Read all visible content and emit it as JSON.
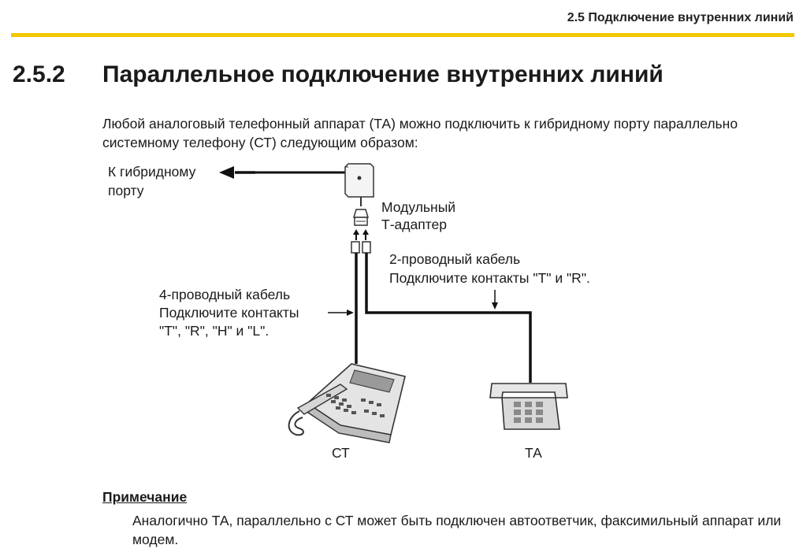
{
  "header": {
    "section_title": "2.5 Подключение внутренних линий"
  },
  "section": {
    "number": "2.5.2",
    "title": "Параллельное подключение внутренних линий"
  },
  "intro": "Любой аналоговый телефонный аппарат (ТА) можно подключить к гибридному порту параллельно системному телефону (СТ) следующим образом:",
  "diagram": {
    "port_label_line1": "К гибридному",
    "port_label_line2": "порту",
    "adapter_label_line1": "Модульный",
    "adapter_label_line2": "Т-адаптер",
    "cable2_line1": "2-проводный кабель",
    "cable2_line2": "Подключите контакты \"T\" и \"R\".",
    "cable4_line1": "4-проводный кабель",
    "cable4_line2": "Подключите контакты",
    "cable4_line3": "\"T\", \"R\", \"H\" и \"L\".",
    "ct_label": "СТ",
    "ta_label": "ТА"
  },
  "note": {
    "heading": "Примечание",
    "text": "Аналогично ТА, параллельно с СТ может быть подключен автоответчик, факсимильный аппарат или модем."
  }
}
